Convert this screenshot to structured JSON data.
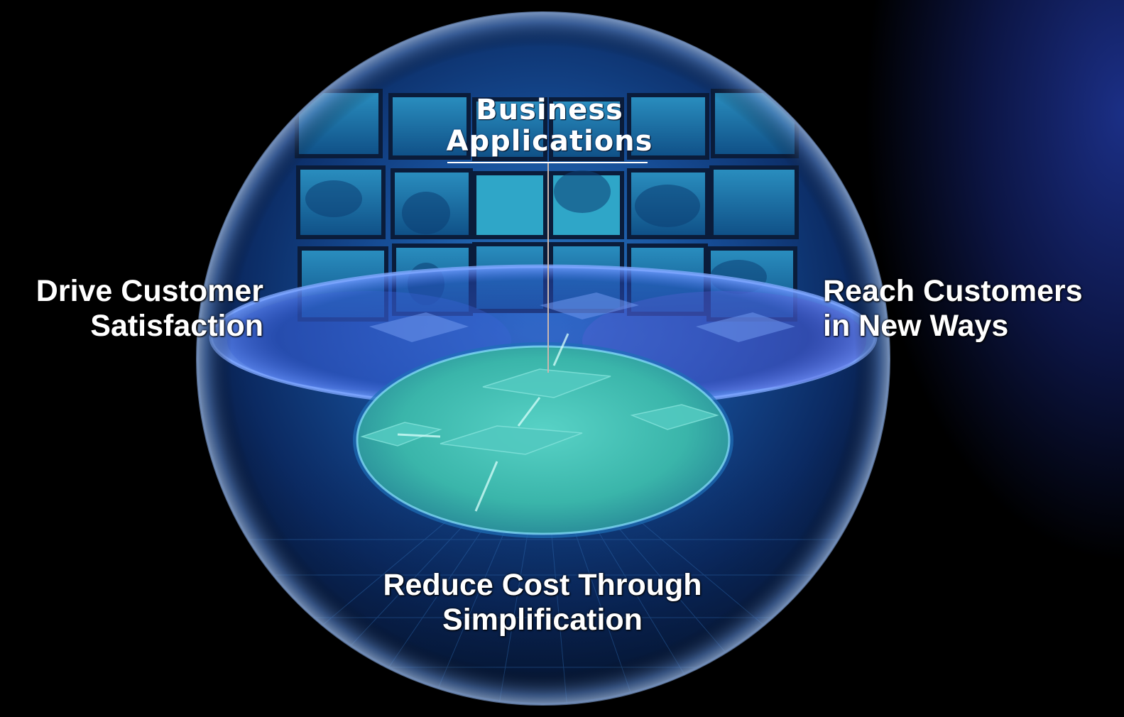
{
  "slide": {
    "partial_header": "",
    "center_title_line1": "Business",
    "center_title_line2": "Applications",
    "left_label_line1": "Drive Customer",
    "left_label_line2": "Satisfaction",
    "right_label_line1": "Reach Customers",
    "right_label_line2": "in New Ways",
    "bottom_label_line1": "Reduce Cost Through",
    "bottom_label_line2": "Simplification"
  },
  "colors": {
    "background": "#000000",
    "glow_blue": "#1b2f86",
    "sphere_blue": "#1d5fa8",
    "ring_blue": "#3b6fe0",
    "teal_disc": "#3fbcb0",
    "text": "#ffffff"
  }
}
